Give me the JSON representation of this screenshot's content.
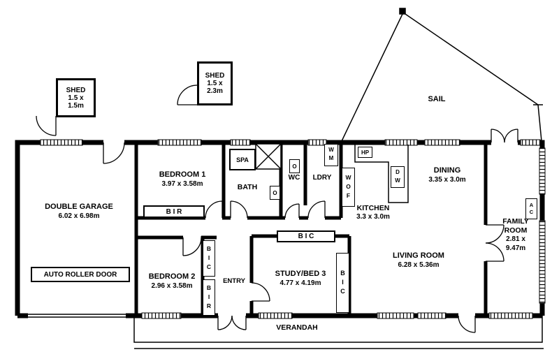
{
  "colors": {
    "wall": "#000000",
    "background": "#ffffff"
  },
  "sail_label": "SAIL",
  "sheds": [
    {
      "name": "SHED",
      "dims_l1": "1.5 x",
      "dims_l2": "1.5m"
    },
    {
      "name": "SHED",
      "dims_l1": "1.5 x",
      "dims_l2": "2.3m"
    }
  ],
  "rooms": {
    "garage": {
      "name": "DOUBLE GARAGE",
      "dims": "6.02 x 6.98m"
    },
    "bedroom1": {
      "name": "BEDROOM 1",
      "dims": "3.97 x 3.58m"
    },
    "bath": {
      "name": "BATH"
    },
    "wc": {
      "name": "WC"
    },
    "ldry": {
      "name": "LDRY"
    },
    "kitchen": {
      "name": "KITCHEN",
      "dims": "3.3 x 3.0m"
    },
    "dining": {
      "name": "DINING",
      "dims": "3.35 x 3.0m"
    },
    "family": {
      "name_l1": "FAMILY",
      "name_l2": "ROOM",
      "dims_l1": "2.81 x",
      "dims_l2": "9.47m"
    },
    "living": {
      "name": "LIVING ROOM",
      "dims": "6.28 x 5.36m"
    },
    "bedroom2": {
      "name": "BEDROOM 2",
      "dims": "2.96 x 3.58m"
    },
    "entry": {
      "name": "ENTRY"
    },
    "study": {
      "name": "STUDY/BED 3",
      "dims": "4.77 x 4.19m"
    },
    "verandah": {
      "name": "VERANDAH"
    }
  },
  "fixtures": {
    "auto_roller_door": "AUTO ROLLER DOOR",
    "bir1": "B I R",
    "bic_hall": "B I C",
    "bic_bedroom2": "BIC",
    "bir_bedroom2": "BIR",
    "bic_study": "BIC",
    "spa": "SPA",
    "hp": "HP",
    "dw": "DW",
    "wm": "WM",
    "wof": "WOF",
    "ac": "AC",
    "toilet_wc": "O",
    "toilet_bath": "O"
  }
}
